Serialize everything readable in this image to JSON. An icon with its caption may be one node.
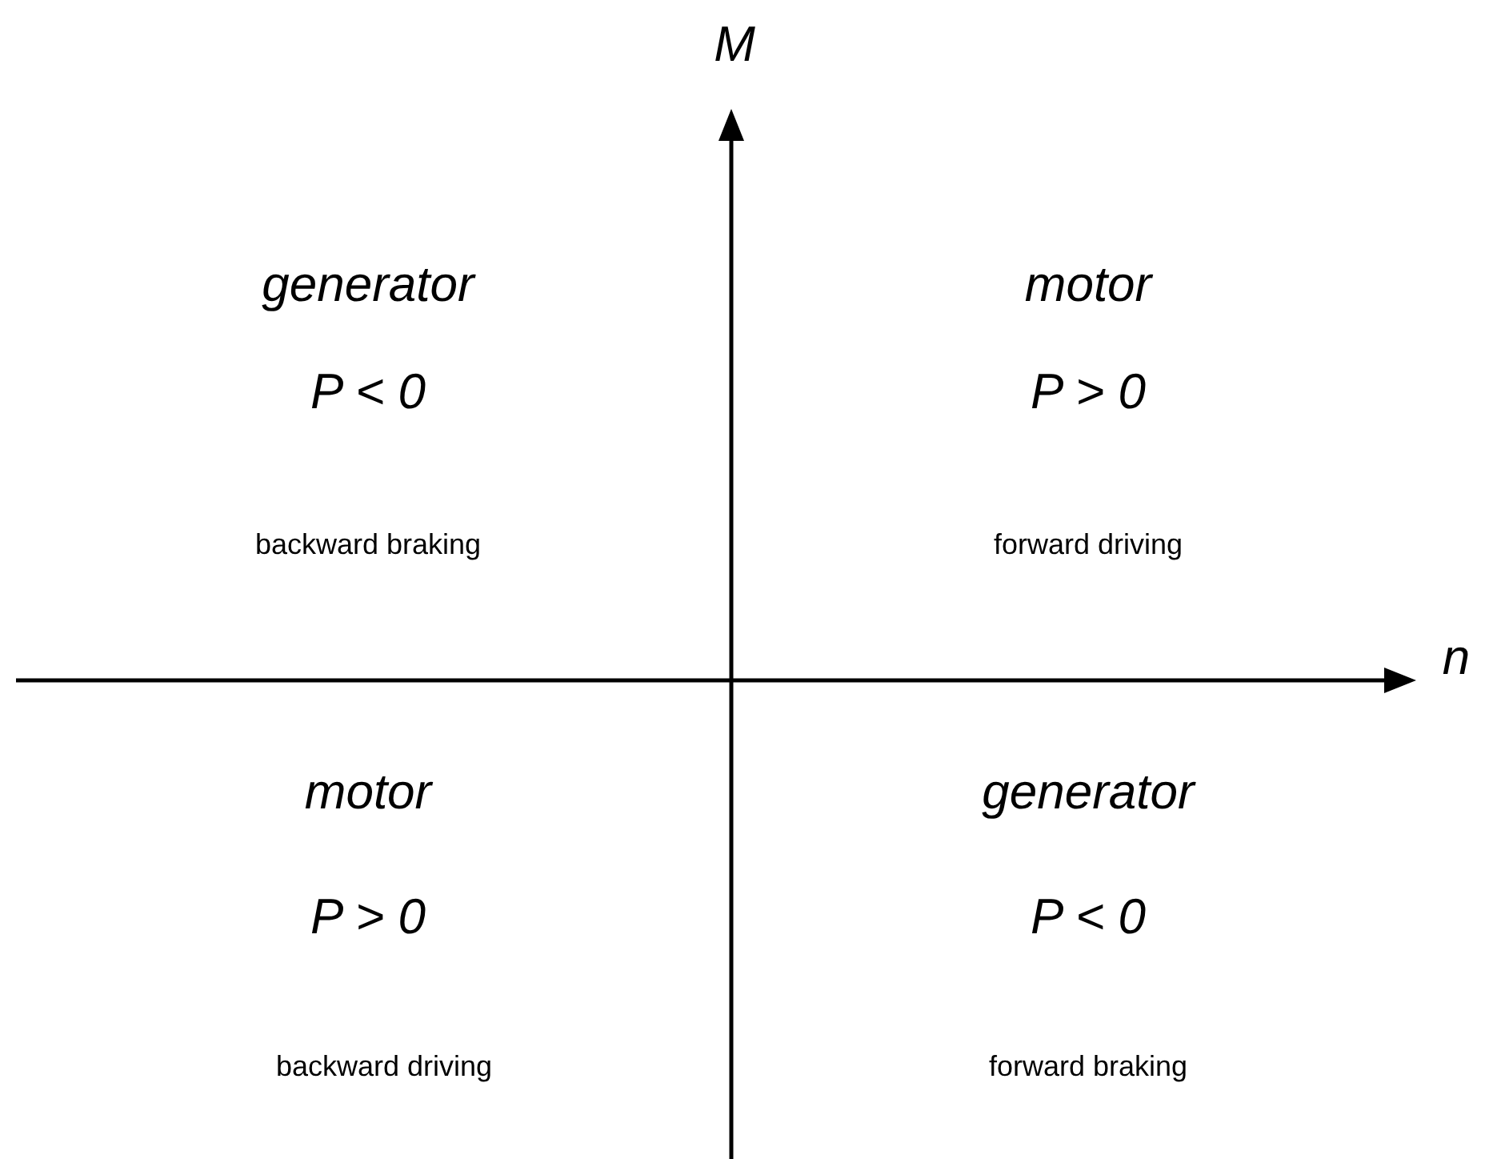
{
  "diagram": {
    "labels": [
      "M",
      "generator",
      "motor",
      "P < 0",
      "P > 0",
      "backward braking",
      "forward driving",
      "n",
      "motor",
      "generator",
      "P > 0",
      "P < 0",
      "backward driving",
      "forward braking"
    ]
  }
}
